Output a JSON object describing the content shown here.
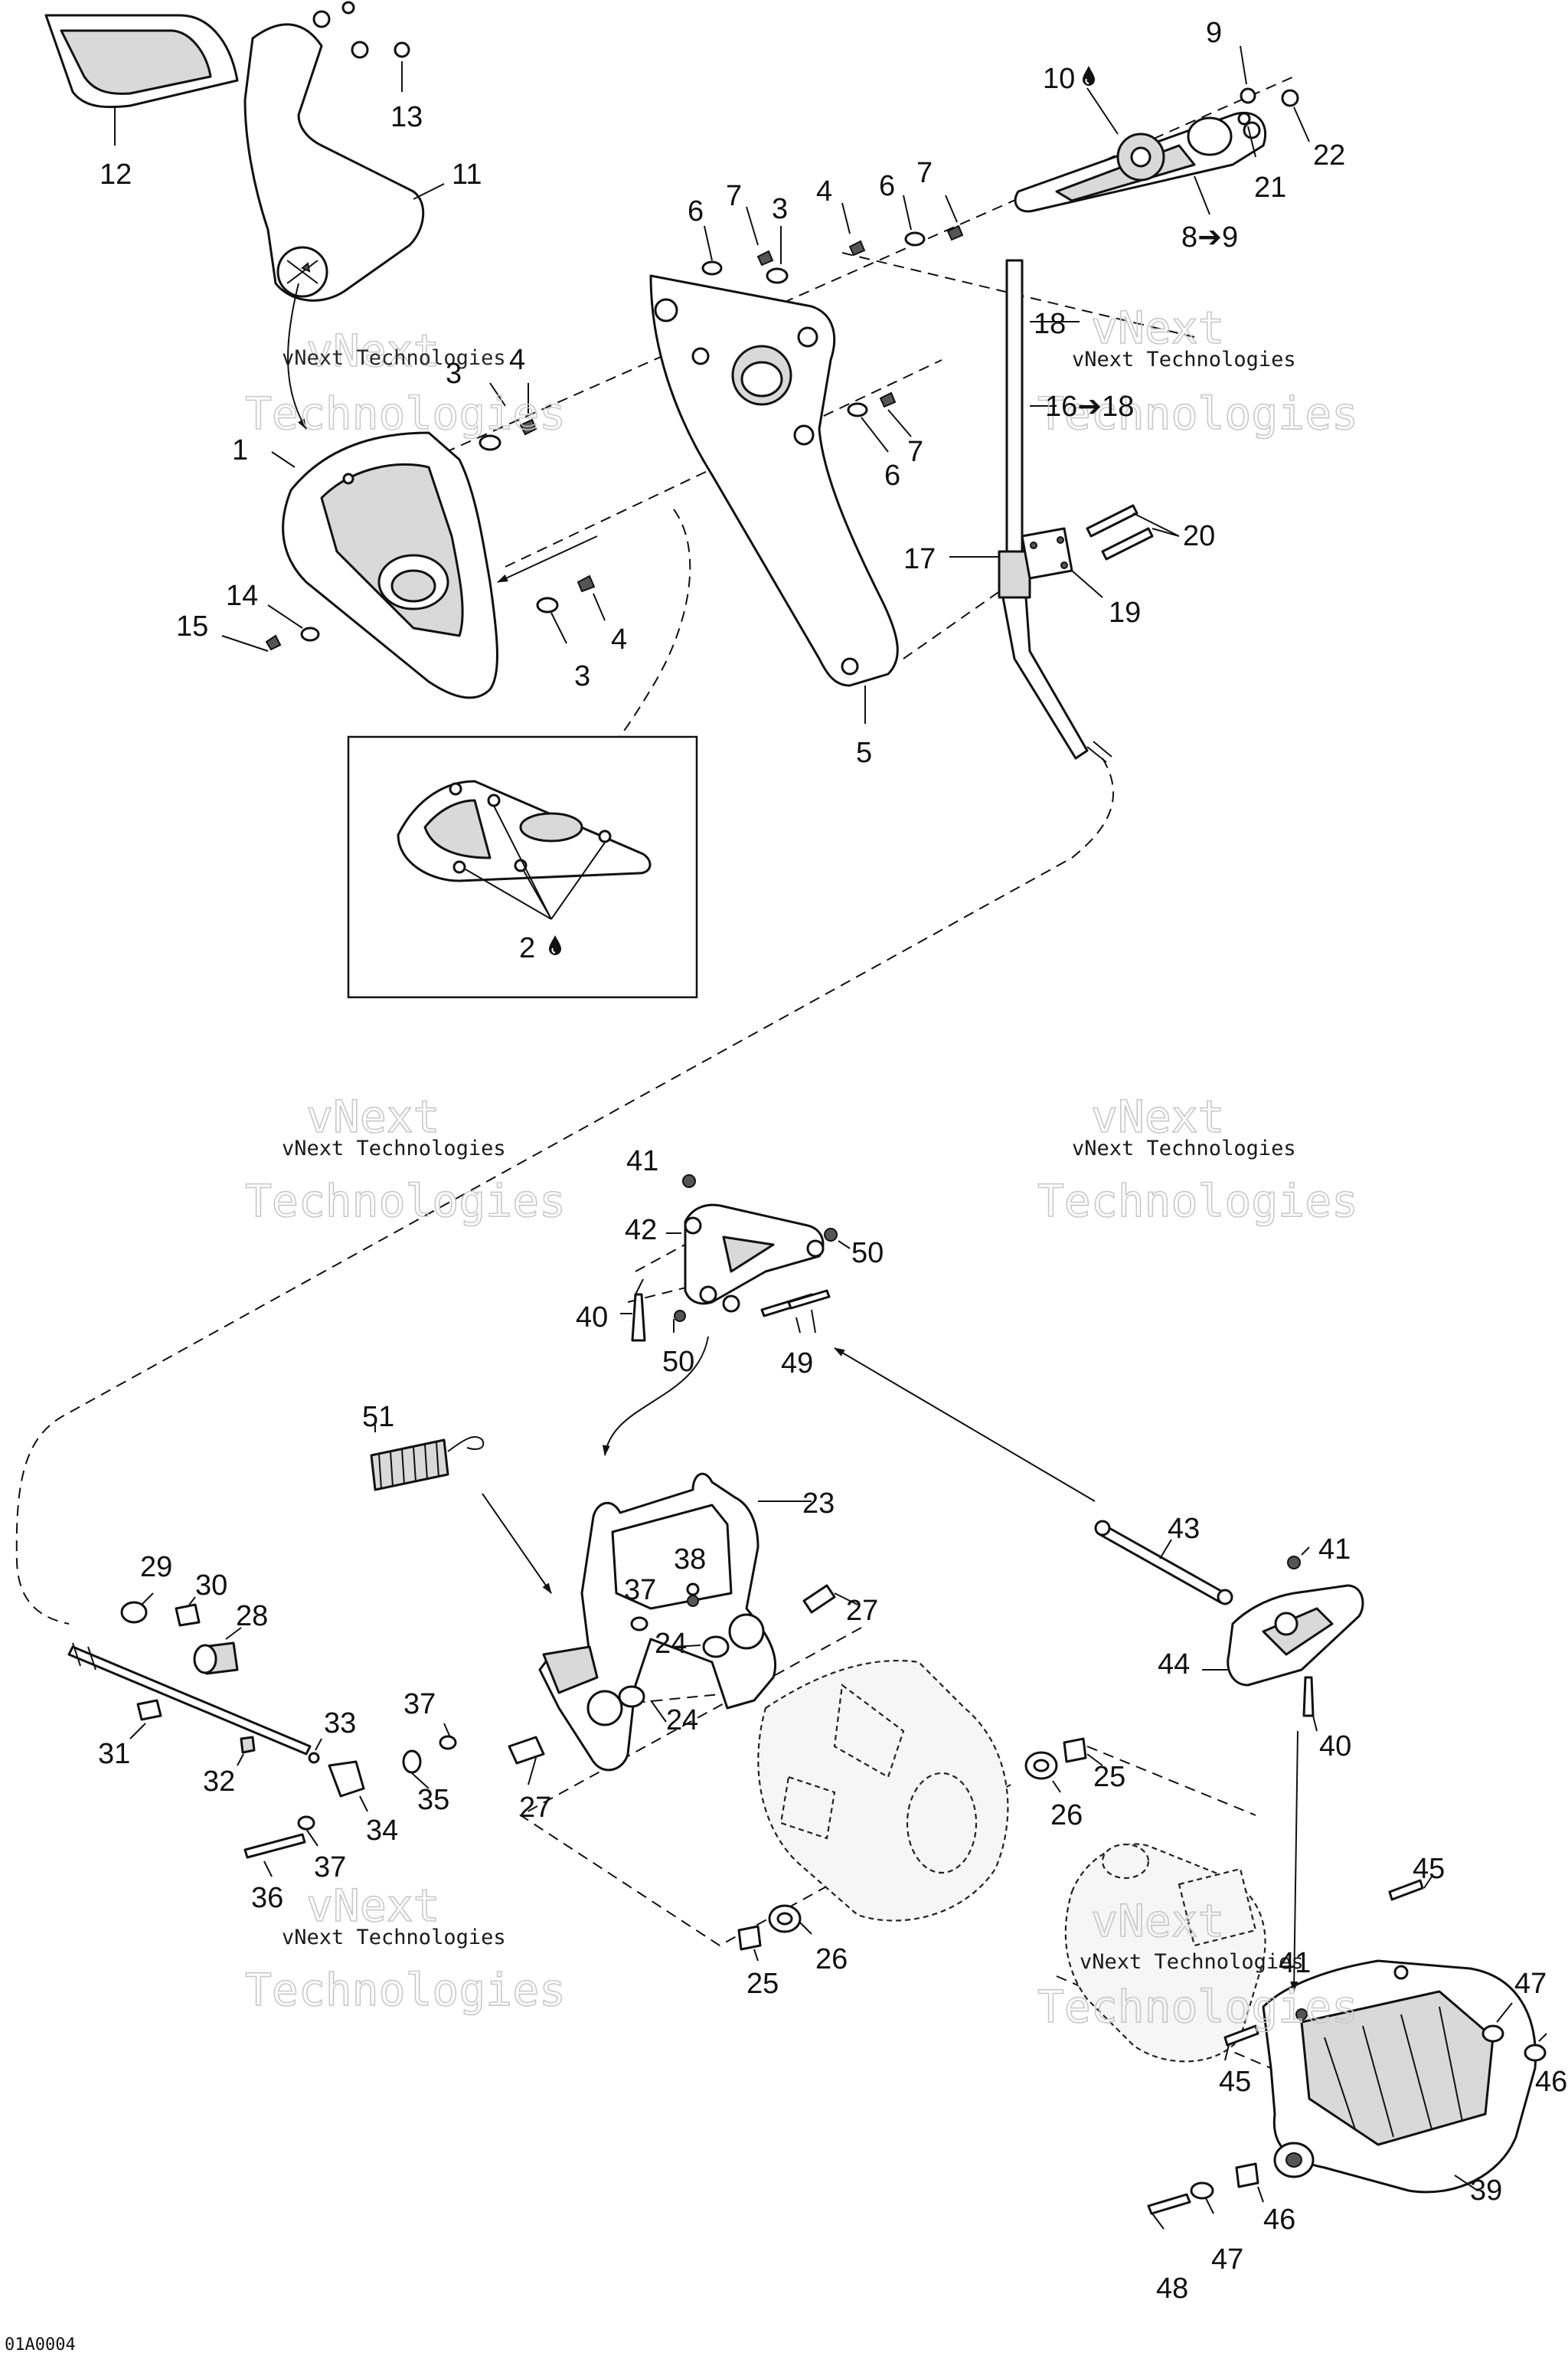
{
  "watermark": {
    "line1": "vNext Technologies",
    "line2": "Technologies",
    "outline_top": "vNext"
  },
  "corner_code": "01A0004",
  "callouts": [
    "1",
    "2",
    "3",
    "4",
    "5",
    "6",
    "7",
    "8",
    "9",
    "10",
    "11",
    "12",
    "13",
    "14",
    "15",
    "16",
    "17",
    "18",
    "19",
    "20",
    "21",
    "22",
    "23",
    "24",
    "25",
    "26",
    "27",
    "28",
    "29",
    "30",
    "31",
    "32",
    "33",
    "34",
    "35",
    "36",
    "37",
    "38",
    "39",
    "40",
    "41",
    "42",
    "43",
    "44",
    "45",
    "46",
    "47",
    "48",
    "49",
    "50",
    "51"
  ],
  "callout_suffixes": {
    "range_arrow": "➔",
    "drop_icon": "oil-drop-icon"
  },
  "labels": {
    "l_2": "2",
    "l_8to9": "8➔9",
    "l_10": "10",
    "l_16to18": "16➔18"
  },
  "colors": {
    "line": "#111111",
    "shade": "#d9d9d9",
    "watermark": "#c8c8c8"
  }
}
